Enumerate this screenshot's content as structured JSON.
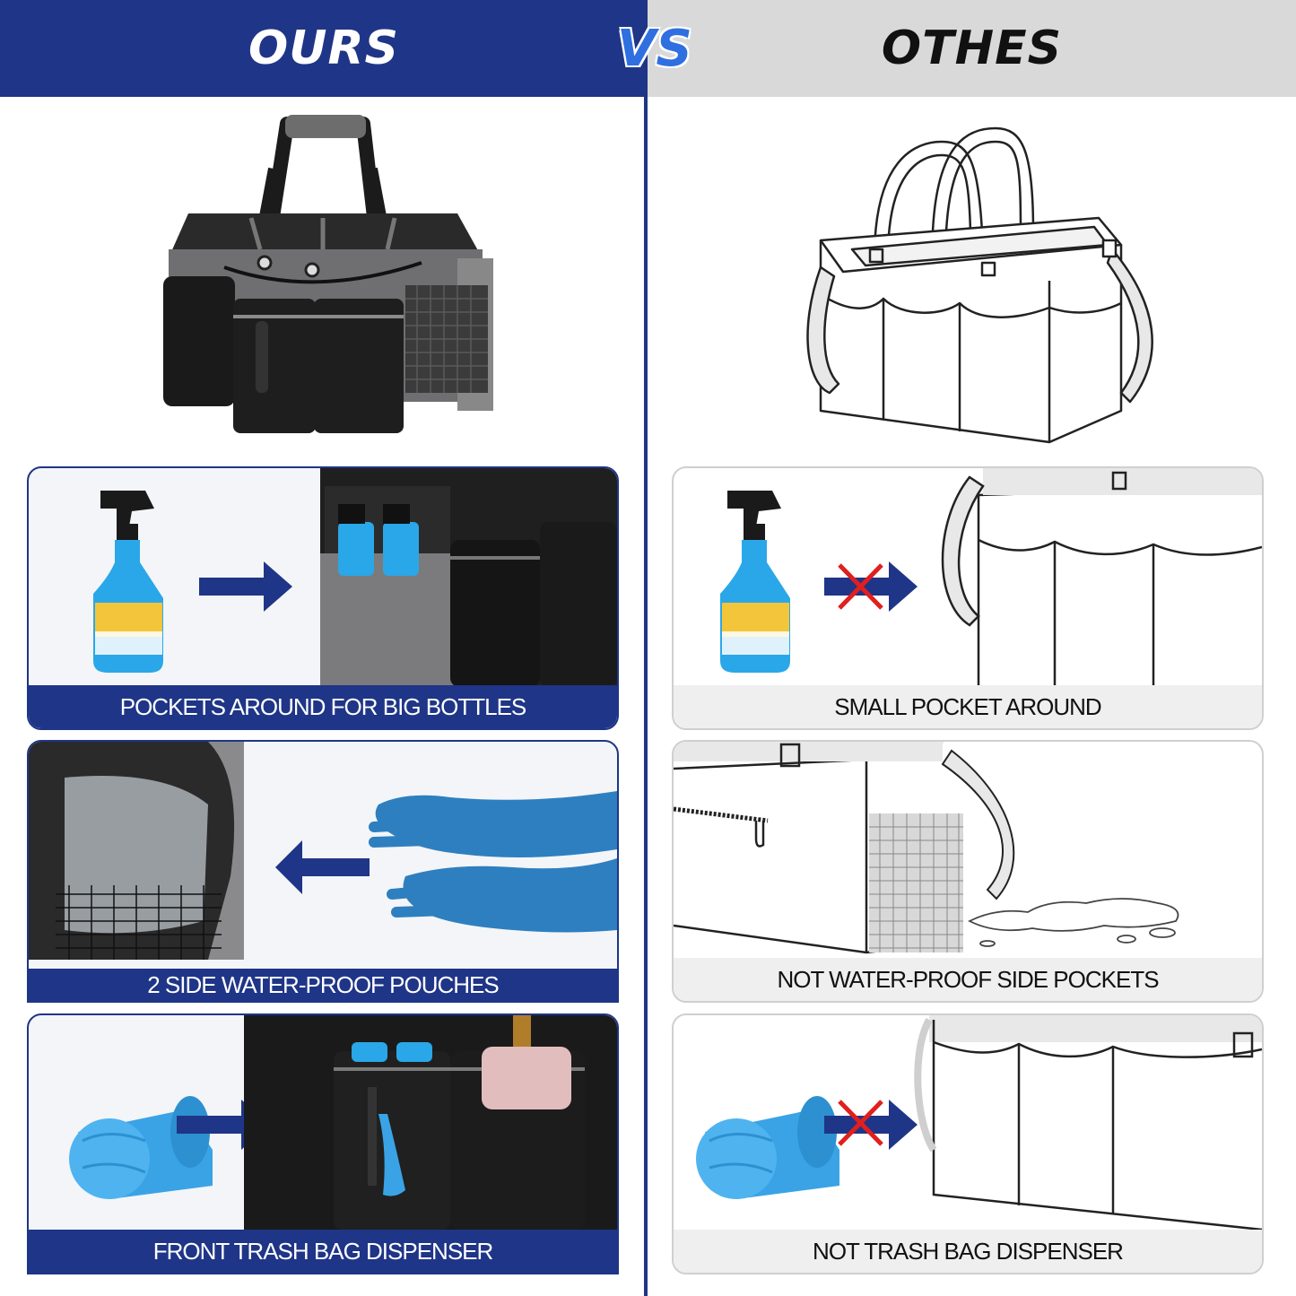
{
  "header": {
    "left_title": "OURS",
    "vs_label": "VS",
    "right_title": "OTHES"
  },
  "colors": {
    "brand_navy": "#1f3587",
    "accent_blue": "#2f6fe0",
    "header_gray": "#d9d9d9",
    "cross_red": "#e01f1f"
  },
  "ours_features": [
    {
      "caption": "POCKETS AROUND FOR BIG BOTTLES"
    },
    {
      "caption": "2 SIDE WATER-PROOF POUCHES"
    },
    {
      "caption": "FRONT TRASH BAG DISPENSER"
    }
  ],
  "others_features": [
    {
      "caption": "SMALL POCKET AROUND"
    },
    {
      "caption": "NOT WATER-PROOF SIDE POCKETS"
    },
    {
      "caption": "NOT TRASH BAG DISPENSER"
    }
  ],
  "icons": {
    "arrow": "arrow-right-icon",
    "arrow_left": "arrow-left-icon",
    "cross": "cross-mark-icon"
  }
}
